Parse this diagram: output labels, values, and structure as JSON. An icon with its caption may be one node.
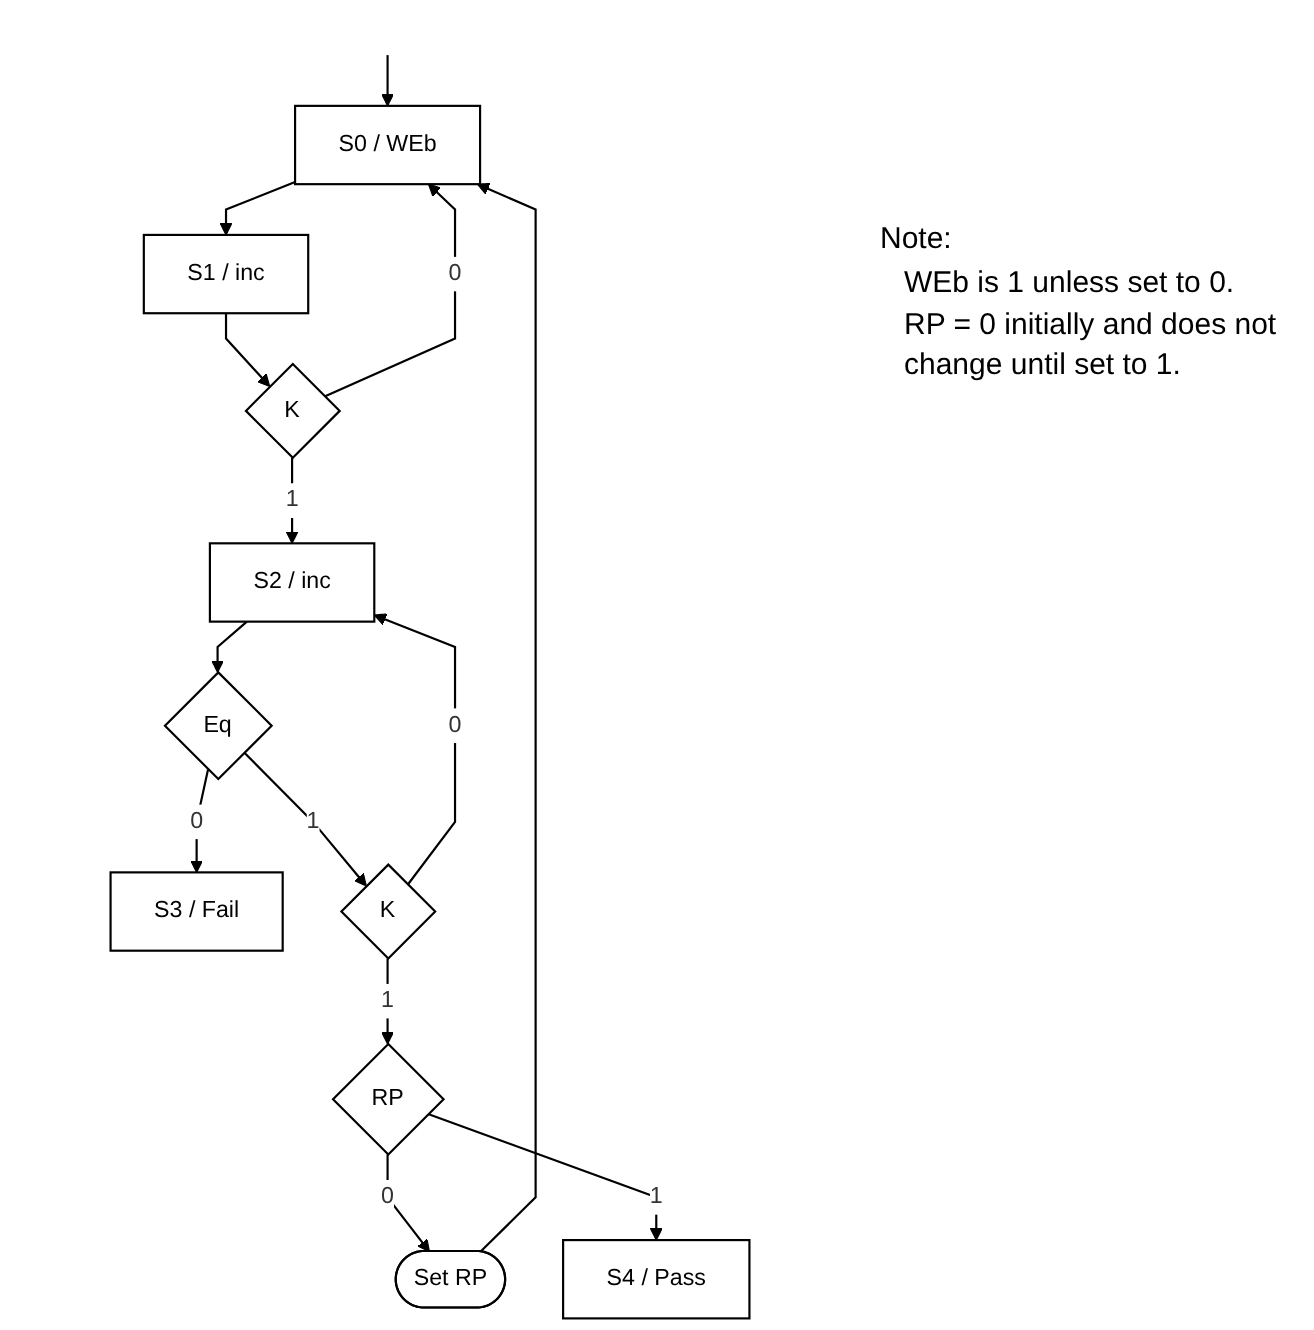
{
  "diagram": {
    "nodes": [
      {
        "text": [
          "S0 / WEb"
        ]
      },
      {
        "text": [
          "S1 / inc"
        ]
      },
      {
        "text": [
          "K"
        ]
      },
      {
        "text": [
          "Set RP"
        ]
      },
      {
        "text": [
          "S2 / inc"
        ]
      },
      {
        "text": [
          "Eq"
        ]
      },
      {
        "text": [
          "S3 / Fail"
        ]
      },
      {
        "text": [
          "K"
        ]
      },
      {
        "text": [
          "RP"
        ]
      },
      {
        "text": [
          "S4 / Pass"
        ]
      }
    ],
    "edges": [
      {
        "from": null,
        "to": 0,
        "arrow": "to"
      },
      {
        "from": 0,
        "to": 1,
        "arrow": "to"
      },
      {
        "from": 1,
        "to": 2,
        "arrow": "to"
      },
      {
        "from": 2,
        "to": 0,
        "arrow": "to",
        "label": "0"
      },
      {
        "from": 2,
        "to": 4,
        "arrow": "to",
        "label": "1"
      },
      {
        "from": 4,
        "to": 5,
        "arrow": "to"
      },
      {
        "from": 5,
        "to": 6,
        "arrow": "to",
        "label": "0"
      },
      {
        "from": 5,
        "to": 7,
        "arrow": "to",
        "label": "1"
      },
      {
        "from": 7,
        "to": 4,
        "arrow": "to",
        "label": "0"
      },
      {
        "from": 7,
        "to": 8,
        "arrow": "to",
        "label": "1"
      },
      {
        "from": 8,
        "to": 3,
        "arrow": "to",
        "label": "0"
      },
      {
        "from": 8,
        "to": 9,
        "arrow": "to",
        "label": "1"
      },
      {
        "from": 3,
        "to": 0,
        "arrow": "to"
      }
    ],
    "labels": [
      "Note:",
      "WEb is 1 unless set to 0.",
      "RP = 0 initially and does not change until set to 1."
    ]
  }
}
